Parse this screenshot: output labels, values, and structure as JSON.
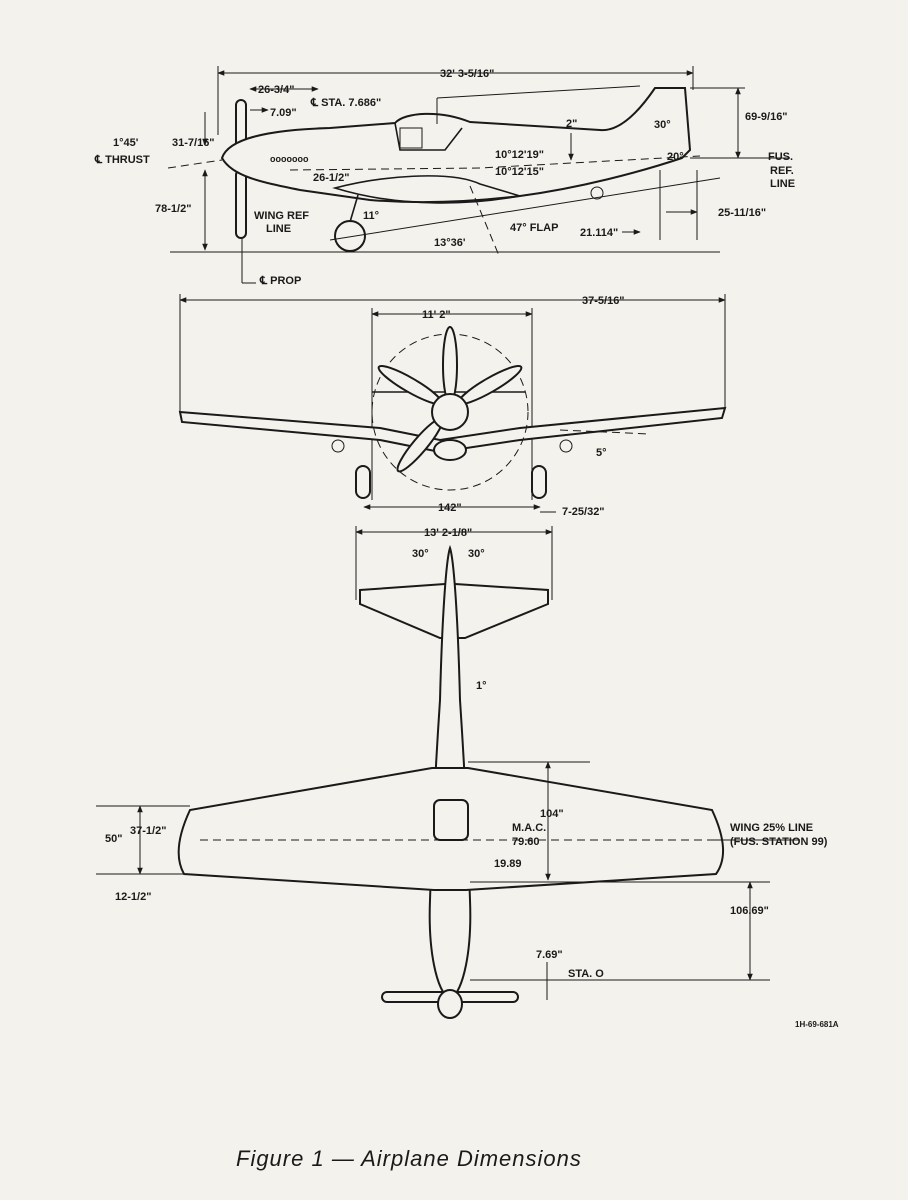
{
  "caption": "Figure 1 — Airplane Dimensions",
  "reference_code": "1H-69-681A",
  "side_view": {
    "overall_length": "32' 3-5/16\"",
    "spinner_to_cl": "26-3/4\"",
    "cl_station": "℄ STA. 7.686\"",
    "dim_709": "7.09\"",
    "thrust_angle": "1°45'",
    "dim_31_7_16": "31-7/16\"",
    "thrust_label": "℄ THRUST",
    "canopy_offset": "2\"",
    "height": "69-9/16\"",
    "tail_angle_top": "30°",
    "tail_angle_bottom": "20°",
    "fus_ref_line_1": "FUS.",
    "fus_ref_line_2": "REF.",
    "fus_ref_line_3": "LINE",
    "incidence_1": "10°12'19\"",
    "incidence_2": "10°12'15\"",
    "dim_26_1_2": "26-1/2\"",
    "prop_height": "78-1/2\"",
    "wing_ref_line_1": "WING REF",
    "wing_ref_line_2": "LINE",
    "gear_angle": "11°",
    "ground_angle": "13°36'",
    "flap_angle": "47° FLAP",
    "dim_21114": "21.114\"",
    "tail_dim": "25-11/16\"",
    "prop_label": "℄ PROP"
  },
  "front_view": {
    "span": "37-5/16\"",
    "prop_diameter": "11' 2\"",
    "dihedral": "5°",
    "tread": "142\"",
    "wheel_offset": "7-25/32\""
  },
  "top_view": {
    "stab_span": "13' 2-1/8\"",
    "elevator_left": "30°",
    "elevator_right": "30°",
    "rudder_offset": "1°",
    "dim_104": "104\"",
    "mac_label": "M.A.C.",
    "mac_value": "79.60",
    "dim_1989": "19.89",
    "root_chord": "50\"",
    "dim_37_1_2": "37-1/2\"",
    "dim_12_1_2": "12-1/2\"",
    "wing_line_1": "WING 25% LINE",
    "wing_line_2": "(FUS. STATION 99)",
    "dim_10669": "106.69\"",
    "dim_769": "7.69\"",
    "station_zero": "STA. O"
  }
}
